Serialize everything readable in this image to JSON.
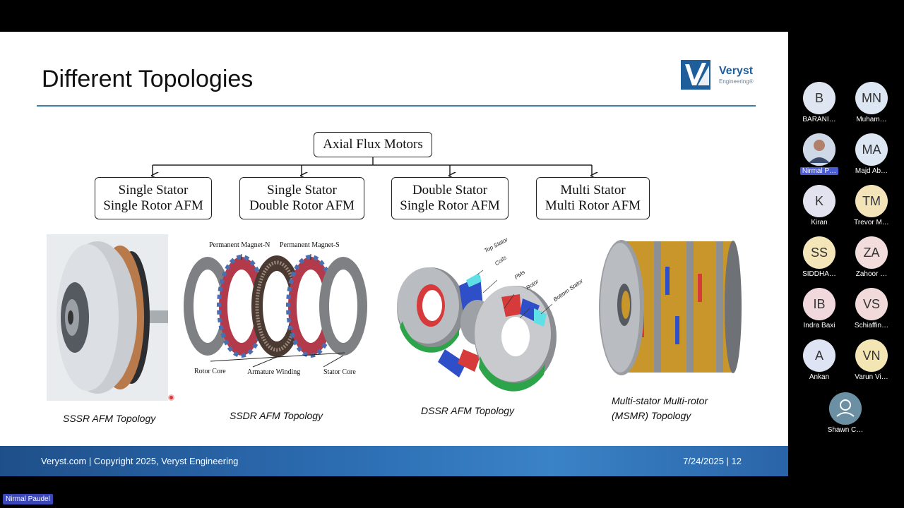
{
  "slide": {
    "title": "Different Topologies",
    "logo": {
      "name": "Veryst",
      "sub": "Engineering",
      "trademark": "®"
    },
    "tree": {
      "root": "Axial Flux Motors",
      "children": [
        {
          "line1": "Single Stator",
          "line2": "Single Rotor AFM"
        },
        {
          "line1": "Single Stator",
          "line2": "Double Rotor AFM"
        },
        {
          "line1": "Double Stator",
          "line2": "Single Rotor AFM"
        },
        {
          "line1": "Multi Stator",
          "line2": "Multi Rotor AFM"
        }
      ]
    },
    "captions": {
      "sssr": "SSSR AFM Topology",
      "ssdr": "SSDR AFM Topology",
      "dssr": "DSSR AFM Topology",
      "msmr_line1": "Multi-stator Multi-rotor",
      "msmr_line2": "(MSMR) Topology"
    },
    "ssdr_labels": {
      "pm_n": "Permanent Magnet-N",
      "pm_s": "Permanent Magnet-S",
      "rotor_core": "Rotor Core",
      "armature_winding": "Armature Winding",
      "stator_core": "Stator Core"
    },
    "dssr_labels": {
      "top_stator": "Top Stator",
      "coils": "Coils",
      "pms": "PMs",
      "rotor": "Rotor",
      "bottom_stator": "Bottom Stator"
    },
    "footer": {
      "left": "Veryst.com  | Copyright 2025, Veryst Engineering",
      "right": "7/24/2025  |  12"
    }
  },
  "participants": [
    {
      "initials": "B",
      "name": "BARANI…",
      "color": "#dfe6f2"
    },
    {
      "initials": "MN",
      "name": "Muham…",
      "color": "#dde6f3"
    },
    {
      "initials": "",
      "name": "Nirmal P…",
      "color": "#cfd8e6",
      "photo": true,
      "highlight": true
    },
    {
      "initials": "MA",
      "name": "Majd Ab…",
      "color": "#dde6f3"
    },
    {
      "initials": "K",
      "name": "Kiran",
      "color": "#e3e3f0"
    },
    {
      "initials": "TM",
      "name": "Trevor M…",
      "color": "#f3e3b8"
    },
    {
      "initials": "SS",
      "name": "SIDDHA…",
      "color": "#f4e6b8"
    },
    {
      "initials": "ZA",
      "name": "Zahoor …",
      "color": "#f2dcdc"
    },
    {
      "initials": "IB",
      "name": "Indra Baxi",
      "color": "#f0d8dc"
    },
    {
      "initials": "VS",
      "name": "Schiaffin…",
      "color": "#f2d9da"
    },
    {
      "initials": "A",
      "name": "Ankan",
      "color": "#dfe4f4"
    },
    {
      "initials": "VN",
      "name": "Varun Vi…",
      "color": "#f4e5b5"
    },
    {
      "initials": "",
      "name": "Shawn C…",
      "color": "#6b8fa3",
      "icon": true
    }
  ],
  "presenter": "Nirmal Paudel",
  "colors": {
    "footer": "#2d6eb3",
    "rule": "#3d7fa6",
    "logo": "#1e5f9b"
  }
}
